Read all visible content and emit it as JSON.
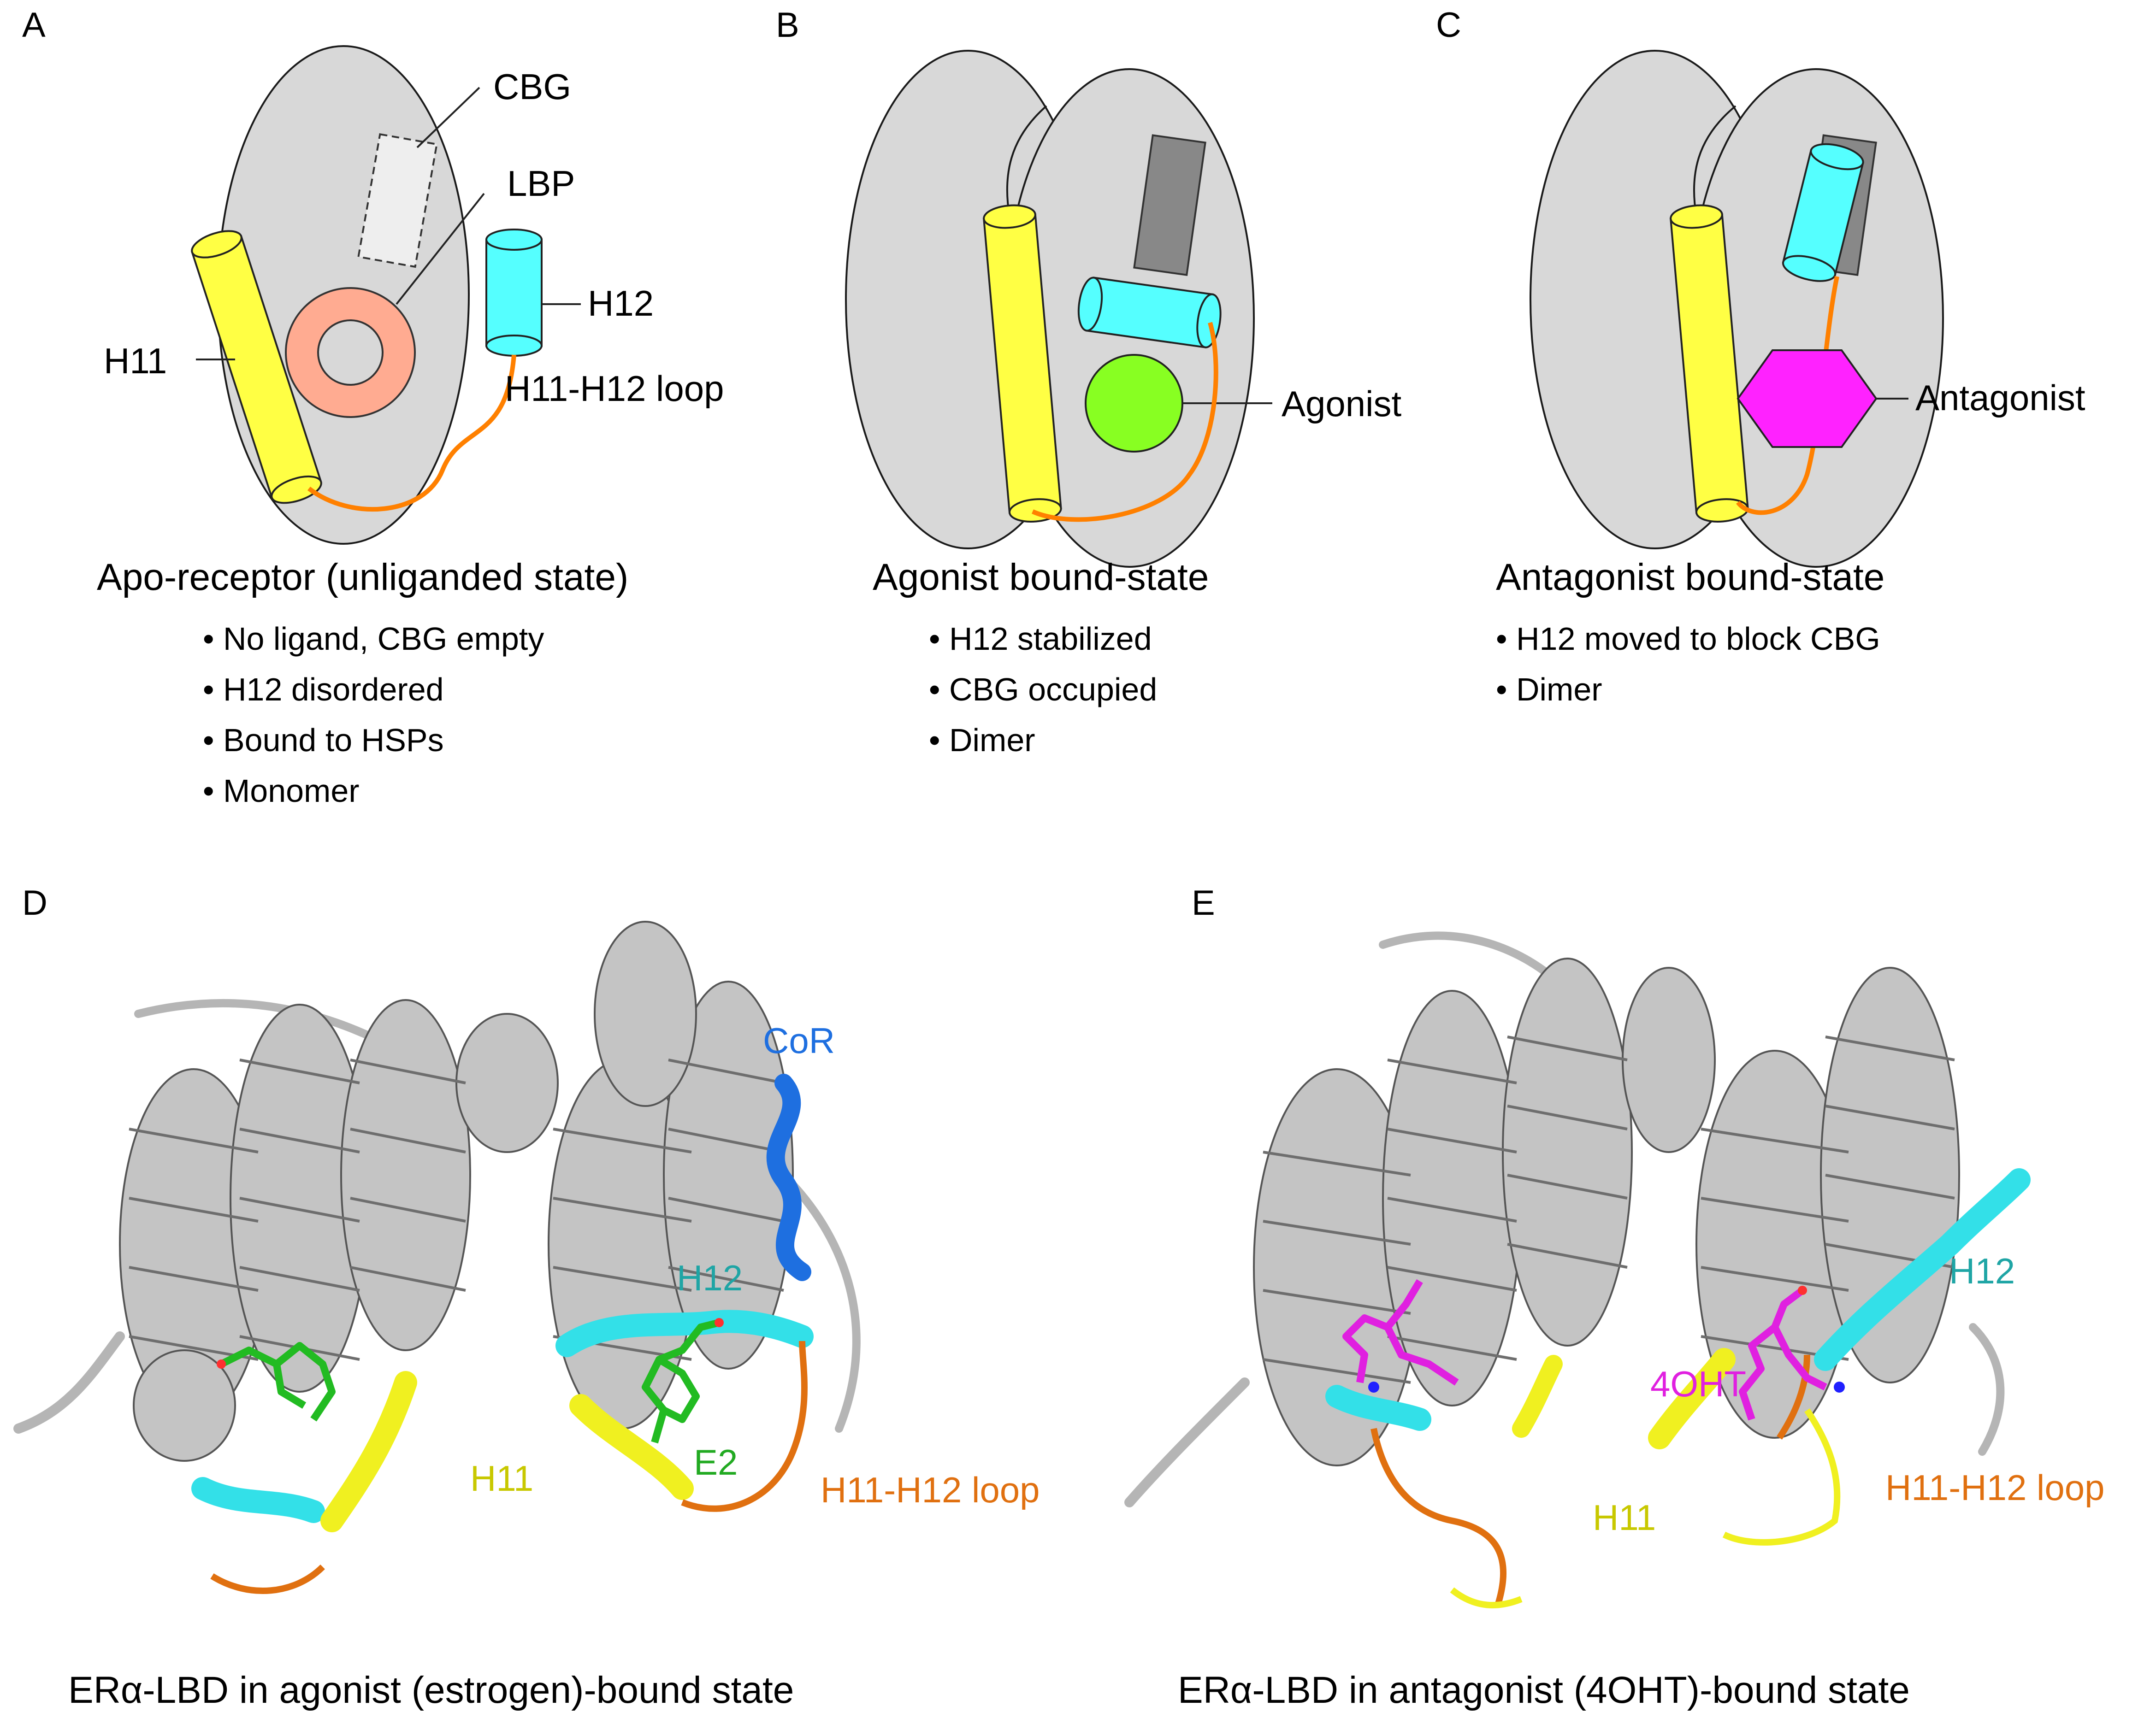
{
  "colors": {
    "domain_fill": "#d8d8d8",
    "domain_stroke": "#1a1a1a",
    "h11_yellow": "#ffff44",
    "h12_cyan": "#55ffff",
    "lbp_salmon": "#ffab91",
    "cbg_empty": "#eeeeee",
    "cbg_filled": "#888888",
    "agonist_green": "#88ff22",
    "antagonist_magenta": "#ff22ff",
    "loop_orange": "#ff8000",
    "cor_blue": "#1e6fe0",
    "h12_text_teal": "#1fa5a5",
    "h11_text_yellow": "#c8c800",
    "e2_text_green": "#22aa22",
    "ohtext_magenta": "#e020e0",
    "loop_text_orange": "#e07010",
    "ribbon_gray": "#c4c4c4"
  },
  "panels": {
    "a": {
      "letter": "A",
      "labels": {
        "cbg": "CBG",
        "lbp": "LBP",
        "h12": "H12",
        "h11": "H11",
        "loop": "H11-H12 loop"
      },
      "title": "Apo-receptor (unliganded state)",
      "bullets": [
        "• No ligand, CBG empty",
        "• H12 disordered",
        "• Bound to HSPs",
        "• Monomer"
      ]
    },
    "b": {
      "letter": "B",
      "labels": {
        "agonist": "Agonist"
      },
      "title": "Agonist bound-state",
      "bullets": [
        "• H12 stabilized",
        "• CBG occupied",
        "• Dimer"
      ]
    },
    "c": {
      "letter": "C",
      "labels": {
        "antagonist": "Antagonist"
      },
      "title": "Antagonist bound-state",
      "bullets": [
        "• H12 moved to block CBG",
        "• Dimer"
      ]
    },
    "d": {
      "letter": "D",
      "labels": {
        "cor": "CoR",
        "h12": "H12",
        "h11": "H11",
        "e2": "E2",
        "loop": "H11-H12 loop"
      },
      "caption": "ERα-LBD in agonist (estrogen)-bound state"
    },
    "e": {
      "letter": "E",
      "labels": {
        "h12": "H12",
        "ohtext": "4OHT",
        "h11": "H11",
        "loop": "H11-H12 loop"
      },
      "caption": "ERα-LBD in antagonist (4OHT)-bound state"
    }
  }
}
